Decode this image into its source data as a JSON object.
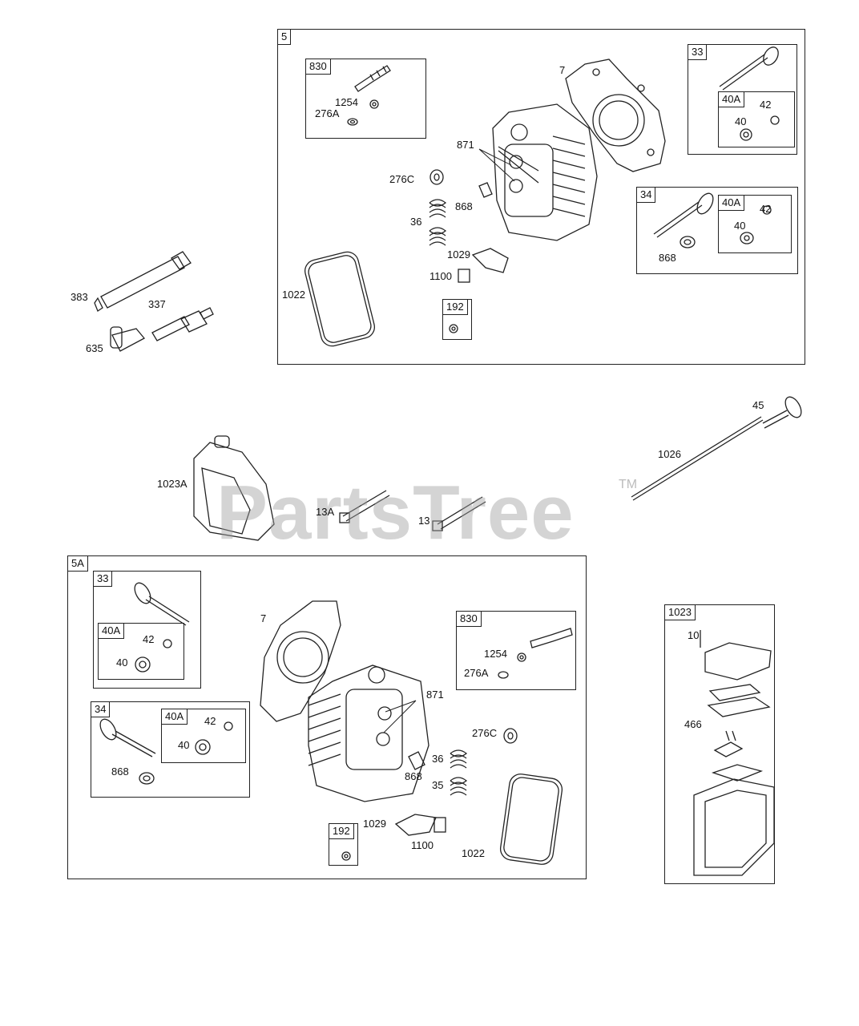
{
  "watermark": {
    "text": "PartsTree",
    "tm": "TM"
  },
  "groups": {
    "g5": "5",
    "g830_top": "830",
    "g33_top": "33",
    "g34_top": "34",
    "g40a_top1": "40A",
    "g40a_top2": "40A",
    "g192_top": "192",
    "g5a": "5A",
    "g33_bot": "33",
    "g40a_bot1": "40A",
    "g34_bot": "34",
    "g40a_bot2": "40A",
    "g830_bot": "830",
    "g192_bot": "192",
    "g1023": "1023"
  },
  "labels": {
    "l7_top": "7",
    "l1254_top": "1254",
    "l276a_top": "276A",
    "l871_top": "871",
    "l276c_top": "276C",
    "l36_top": "36",
    "l868_top": "868",
    "l1029_top": "1029",
    "l1100_top": "1100",
    "l1022_top": "1022",
    "l42_t1": "42",
    "l40_t1": "40",
    "l42_t2": "42",
    "l40_t2": "40",
    "l868_t2": "868",
    "l383": "383",
    "l337": "337",
    "l635": "635",
    "l45": "45",
    "l1026": "1026",
    "l1023a": "1023A",
    "l13a": "13A",
    "l13": "13",
    "l42_b1": "42",
    "l40_b1": "40",
    "l42_b2": "42",
    "l40_b2": "40",
    "l868_b2": "868",
    "l7_bot": "7",
    "l1254_bot": "1254",
    "l276a_bot": "276A",
    "l871_bot": "871",
    "l276c_bot": "276C",
    "l36_bot": "36",
    "l35_bot": "35",
    "l868_bot": "868",
    "l1029_bot": "1029",
    "l1100_bot": "1100",
    "l1022_bot": "1022",
    "l10": "10",
    "l466": "466"
  }
}
